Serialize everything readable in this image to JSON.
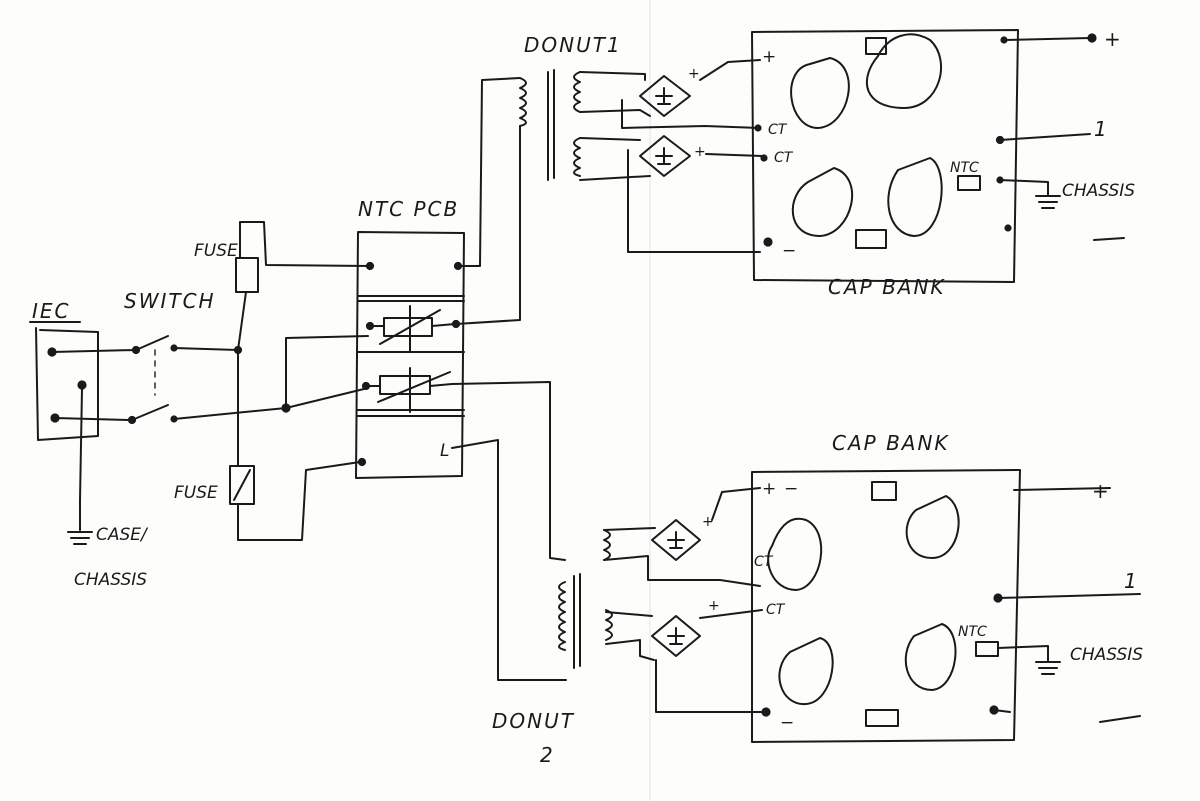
{
  "labels": {
    "iec": "IEC",
    "switch": "SWITCH",
    "fuse_top": "FUSE",
    "fuse_bottom": "FUSE",
    "case_chassis_1": "CASE/",
    "case_chassis_2": "CHASSIS",
    "ntc_pcb": "NTC PCB",
    "donut1": "DONUT1",
    "donut2_a": "DONUT",
    "donut2_b": "2",
    "capbank_top": "CAP BANK",
    "capbank_bottom": "CAP BANK",
    "plus": "+",
    "minus": "−",
    "ct": "CT",
    "ntc": "NTC",
    "chassis_top": "CHASSIS",
    "chassis_bottom": "CHASSIS",
    "ground_marker": "1",
    "l_marker": "L"
  }
}
